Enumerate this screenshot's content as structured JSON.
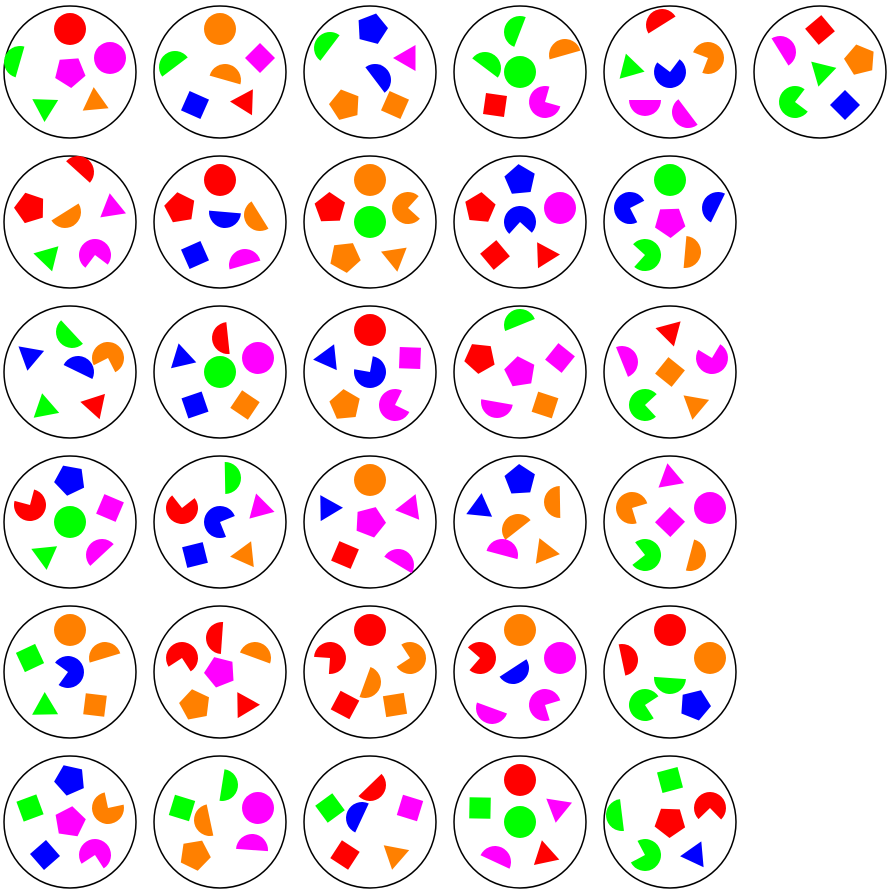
{
  "colors": {
    "red": "#ff0000",
    "green": "#00ff00",
    "blue": "#0000ff",
    "magenta": "#ff00ff",
    "orange": "#ff8000"
  },
  "panels": [
    {
      "shapes": [
        {
          "type": "circle",
          "color": "red"
        },
        {
          "type": "circle",
          "color": "magenta"
        },
        {
          "type": "semicircle",
          "color": "green"
        },
        {
          "type": "pentagon",
          "color": "magenta"
        },
        {
          "type": "triangle",
          "color": "green"
        },
        {
          "type": "triangle",
          "color": "orange"
        }
      ]
    },
    {
      "shapes": [
        {
          "type": "circle",
          "color": "orange"
        },
        {
          "type": "square",
          "color": "magenta"
        },
        {
          "type": "semicircle",
          "color": "green"
        },
        {
          "type": "semicircle",
          "color": "orange"
        },
        {
          "type": "square",
          "color": "blue"
        },
        {
          "type": "triangle",
          "color": "red"
        }
      ]
    },
    {
      "shapes": [
        {
          "type": "pentagon",
          "color": "blue"
        },
        {
          "type": "semicircle",
          "color": "green"
        },
        {
          "type": "triangle",
          "color": "magenta"
        },
        {
          "type": "semicircle",
          "color": "blue"
        },
        {
          "type": "pentagon",
          "color": "orange"
        },
        {
          "type": "square",
          "color": "orange"
        }
      ]
    },
    {
      "shapes": [
        {
          "type": "semicircle",
          "color": "green"
        },
        {
          "type": "semicircle",
          "color": "orange"
        },
        {
          "type": "semicircle",
          "color": "green"
        },
        {
          "type": "circle",
          "color": "green"
        },
        {
          "type": "square",
          "color": "red"
        },
        {
          "type": "pacman",
          "color": "magenta"
        }
      ]
    },
    {
      "shapes": [
        {
          "type": "semicircle",
          "color": "red"
        },
        {
          "type": "pacman",
          "color": "orange"
        },
        {
          "type": "triangle",
          "color": "green"
        },
        {
          "type": "pacman",
          "color": "blue"
        },
        {
          "type": "semicircle",
          "color": "magenta"
        },
        {
          "type": "semicircle",
          "color": "magenta"
        }
      ]
    },
    {
      "shapes": [
        {
          "type": "square",
          "color": "red"
        },
        {
          "type": "semicircle",
          "color": "magenta"
        },
        {
          "type": "pentagon",
          "color": "orange"
        },
        {
          "type": "triangle",
          "color": "green"
        },
        {
          "type": "pacman",
          "color": "green"
        },
        {
          "type": "square",
          "color": "blue"
        }
      ]
    },
    {
      "shapes": [
        {
          "type": "semicircle",
          "color": "red"
        },
        {
          "type": "pentagon",
          "color": "red"
        },
        {
          "type": "semicircle",
          "color": "orange"
        },
        {
          "type": "triangle",
          "color": "magenta"
        },
        {
          "type": "triangle",
          "color": "green"
        },
        {
          "type": "pacman",
          "color": "magenta"
        }
      ]
    },
    {
      "shapes": [
        {
          "type": "circle",
          "color": "red"
        },
        {
          "type": "pentagon",
          "color": "red"
        },
        {
          "type": "semicircle",
          "color": "blue"
        },
        {
          "type": "semicircle",
          "color": "orange"
        },
        {
          "type": "square",
          "color": "blue"
        },
        {
          "type": "semicircle",
          "color": "magenta"
        }
      ]
    },
    {
      "shapes": [
        {
          "type": "circle",
          "color": "orange"
        },
        {
          "type": "pentagon",
          "color": "red"
        },
        {
          "type": "pacman",
          "color": "orange"
        },
        {
          "type": "circle",
          "color": "green"
        },
        {
          "type": "pentagon",
          "color": "orange"
        },
        {
          "type": "triangle",
          "color": "orange"
        }
      ]
    },
    {
      "shapes": [
        {
          "type": "pentagon",
          "color": "blue"
        },
        {
          "type": "pentagon",
          "color": "red"
        },
        {
          "type": "circle",
          "color": "magenta"
        },
        {
          "type": "pacman",
          "color": "blue"
        },
        {
          "type": "square",
          "color": "red"
        },
        {
          "type": "triangle",
          "color": "red"
        }
      ]
    },
    {
      "shapes": [
        {
          "type": "circle",
          "color": "green"
        },
        {
          "type": "pacman",
          "color": "blue"
        },
        {
          "type": "semicircle",
          "color": "blue"
        },
        {
          "type": "pentagon",
          "color": "magenta"
        },
        {
          "type": "pacman",
          "color": "green"
        },
        {
          "type": "semicircle",
          "color": "orange"
        }
      ]
    },
    {
      "shapes": [
        {
          "type": "semicircle",
          "color": "green"
        },
        {
          "type": "triangle",
          "color": "blue"
        },
        {
          "type": "pacman",
          "color": "orange"
        },
        {
          "type": "semicircle",
          "color": "blue"
        },
        {
          "type": "triangle",
          "color": "green"
        },
        {
          "type": "triangle",
          "color": "red"
        }
      ]
    },
    {
      "shapes": [
        {
          "type": "semicircle",
          "color": "red"
        },
        {
          "type": "triangle",
          "color": "blue"
        },
        {
          "type": "circle",
          "color": "magenta"
        },
        {
          "type": "circle",
          "color": "green"
        },
        {
          "type": "square",
          "color": "blue"
        },
        {
          "type": "square",
          "color": "orange"
        }
      ]
    },
    {
      "shapes": [
        {
          "type": "circle",
          "color": "red"
        },
        {
          "type": "triangle",
          "color": "blue"
        },
        {
          "type": "square",
          "color": "magenta"
        },
        {
          "type": "pacman",
          "color": "blue"
        },
        {
          "type": "pentagon",
          "color": "orange"
        },
        {
          "type": "pacman",
          "color": "magenta"
        }
      ]
    },
    {
      "shapes": [
        {
          "type": "semicircle",
          "color": "green"
        },
        {
          "type": "pentagon",
          "color": "red"
        },
        {
          "type": "square",
          "color": "magenta"
        },
        {
          "type": "pentagon",
          "color": "magenta"
        },
        {
          "type": "semicircle",
          "color": "magenta"
        },
        {
          "type": "square",
          "color": "orange"
        }
      ]
    },
    {
      "shapes": [
        {
          "type": "triangle",
          "color": "red"
        },
        {
          "type": "semicircle",
          "color": "magenta"
        },
        {
          "type": "pacman",
          "color": "magenta"
        },
        {
          "type": "square",
          "color": "orange"
        },
        {
          "type": "pacman",
          "color": "green"
        },
        {
          "type": "triangle",
          "color": "orange"
        }
      ]
    },
    {
      "shapes": [
        {
          "type": "pentagon",
          "color": "blue"
        },
        {
          "type": "pacman",
          "color": "red"
        },
        {
          "type": "square",
          "color": "magenta"
        },
        {
          "type": "circle",
          "color": "green"
        },
        {
          "type": "triangle",
          "color": "green"
        },
        {
          "type": "semicircle",
          "color": "magenta"
        }
      ]
    },
    {
      "shapes": [
        {
          "type": "semicircle",
          "color": "green"
        },
        {
          "type": "pacman",
          "color": "red"
        },
        {
          "type": "triangle",
          "color": "magenta"
        },
        {
          "type": "pacman",
          "color": "blue"
        },
        {
          "type": "square",
          "color": "blue"
        },
        {
          "type": "triangle",
          "color": "orange"
        }
      ]
    },
    {
      "shapes": [
        {
          "type": "circle",
          "color": "orange"
        },
        {
          "type": "triangle",
          "color": "blue"
        },
        {
          "type": "triangle",
          "color": "magenta"
        },
        {
          "type": "pentagon",
          "color": "magenta"
        },
        {
          "type": "square",
          "color": "red"
        },
        {
          "type": "semicircle",
          "color": "magenta"
        }
      ]
    },
    {
      "shapes": [
        {
          "type": "pentagon",
          "color": "blue"
        },
        {
          "type": "triangle",
          "color": "blue"
        },
        {
          "type": "semicircle",
          "color": "orange"
        },
        {
          "type": "semicircle",
          "color": "orange"
        },
        {
          "type": "semicircle",
          "color": "magenta"
        },
        {
          "type": "triangle",
          "color": "orange"
        }
      ]
    },
    {
      "shapes": [
        {
          "type": "triangle",
          "color": "magenta"
        },
        {
          "type": "pacman",
          "color": "orange"
        },
        {
          "type": "circle",
          "color": "magenta"
        },
        {
          "type": "square",
          "color": "magenta"
        },
        {
          "type": "pacman",
          "color": "green"
        },
        {
          "type": "semicircle",
          "color": "orange"
        }
      ]
    },
    {
      "shapes": [
        {
          "type": "circle",
          "color": "orange"
        },
        {
          "type": "square",
          "color": "green"
        },
        {
          "type": "semicircle",
          "color": "orange"
        },
        {
          "type": "pacman",
          "color": "blue"
        },
        {
          "type": "triangle",
          "color": "green"
        },
        {
          "type": "square",
          "color": "orange"
        }
      ]
    },
    {
      "shapes": [
        {
          "type": "semicircle",
          "color": "red"
        },
        {
          "type": "pacman",
          "color": "red"
        },
        {
          "type": "semicircle",
          "color": "orange"
        },
        {
          "type": "pentagon",
          "color": "magenta"
        },
        {
          "type": "pentagon",
          "color": "orange"
        },
        {
          "type": "triangle",
          "color": "red"
        }
      ]
    },
    {
      "shapes": [
        {
          "type": "circle",
          "color": "red"
        },
        {
          "type": "pacman",
          "color": "red"
        },
        {
          "type": "pacman",
          "color": "orange"
        },
        {
          "type": "semicircle",
          "color": "orange"
        },
        {
          "type": "square",
          "color": "red"
        },
        {
          "type": "square",
          "color": "orange"
        }
      ]
    },
    {
      "shapes": [
        {
          "type": "circle",
          "color": "orange"
        },
        {
          "type": "pacman",
          "color": "red"
        },
        {
          "type": "circle",
          "color": "magenta"
        },
        {
          "type": "semicircle",
          "color": "blue"
        },
        {
          "type": "semicircle",
          "color": "magenta"
        },
        {
          "type": "pacman",
          "color": "magenta"
        }
      ]
    },
    {
      "shapes": [
        {
          "type": "circle",
          "color": "red"
        },
        {
          "type": "semicircle",
          "color": "red"
        },
        {
          "type": "circle",
          "color": "orange"
        },
        {
          "type": "semicircle",
          "color": "green"
        },
        {
          "type": "pacman",
          "color": "green"
        },
        {
          "type": "pentagon",
          "color": "blue"
        }
      ]
    },
    {
      "shapes": [
        {
          "type": "pentagon",
          "color": "blue"
        },
        {
          "type": "square",
          "color": "green"
        },
        {
          "type": "pacman",
          "color": "orange"
        },
        {
          "type": "pentagon",
          "color": "magenta"
        },
        {
          "type": "square",
          "color": "blue"
        },
        {
          "type": "pacman",
          "color": "magenta"
        }
      ]
    },
    {
      "shapes": [
        {
          "type": "semicircle",
          "color": "green"
        },
        {
          "type": "square",
          "color": "green"
        },
        {
          "type": "circle",
          "color": "magenta"
        },
        {
          "type": "semicircle",
          "color": "orange"
        },
        {
          "type": "pentagon",
          "color": "orange"
        },
        {
          "type": "semicircle",
          "color": "magenta"
        }
      ]
    },
    {
      "shapes": [
        {
          "type": "semicircle",
          "color": "red"
        },
        {
          "type": "square",
          "color": "green"
        },
        {
          "type": "square",
          "color": "magenta"
        },
        {
          "type": "semicircle",
          "color": "blue"
        },
        {
          "type": "square",
          "color": "red"
        },
        {
          "type": "triangle",
          "color": "orange"
        }
      ]
    },
    {
      "shapes": [
        {
          "type": "circle",
          "color": "red"
        },
        {
          "type": "square",
          "color": "green"
        },
        {
          "type": "triangle",
          "color": "magenta"
        },
        {
          "type": "circle",
          "color": "green"
        },
        {
          "type": "semicircle",
          "color": "magenta"
        },
        {
          "type": "triangle",
          "color": "red"
        }
      ]
    },
    {
      "shapes": [
        {
          "type": "square",
          "color": "green"
        },
        {
          "type": "semicircle",
          "color": "green"
        },
        {
          "type": "pacman",
          "color": "red"
        },
        {
          "type": "pentagon",
          "color": "red"
        },
        {
          "type": "pacman",
          "color": "green"
        },
        {
          "type": "triangle",
          "color": "blue"
        }
      ]
    }
  ]
}
